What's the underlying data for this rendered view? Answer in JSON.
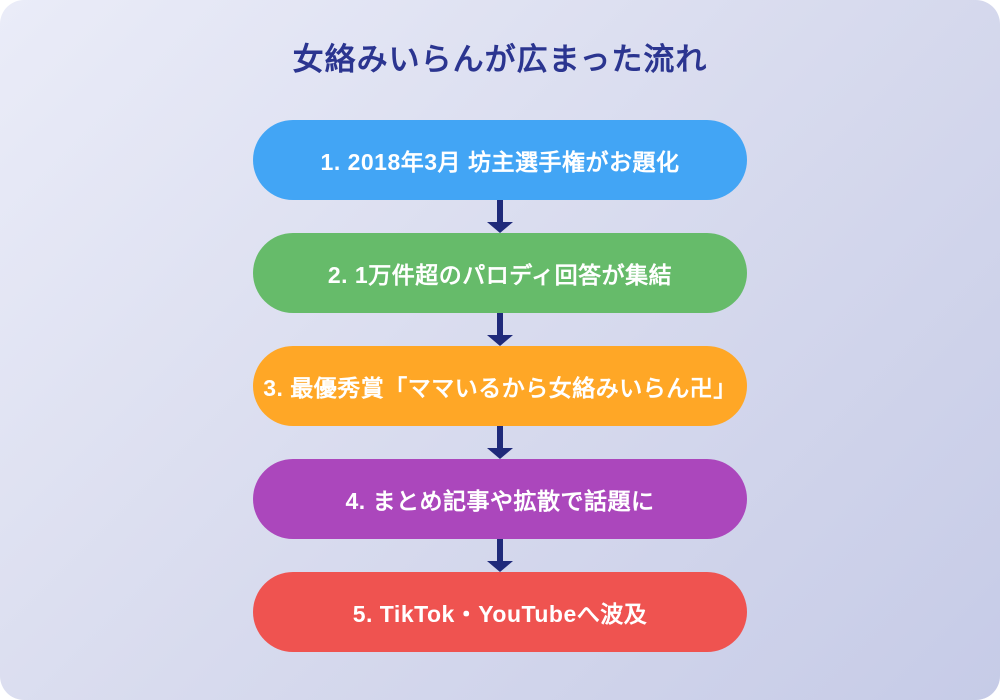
{
  "card": {
    "title": "女絡みいらんが広まった流れ",
    "title_color": "#2B3590",
    "background_gradient": [
      "#EAECF8",
      "#D8DBEE",
      "#C6CBE7"
    ]
  },
  "flow": {
    "arrow_color": "#1F2A7A",
    "text_color": "#FFFFFF",
    "steps": [
      {
        "label": "1. 2018年3月 坊主選手権がお題化",
        "color": "#42A5F5"
      },
      {
        "label": "2. 1万件超のパロディ回答が集結",
        "color": "#66BB6A"
      },
      {
        "label": "3. 最優秀賞「ママいるから女絡みいらん卍」",
        "color": "#FFA726"
      },
      {
        "label": "4. まとめ記事や拡散で話題に",
        "color": "#AB47BC"
      },
      {
        "label": "5. TikTok・YouTubeへ波及",
        "color": "#EF5350"
      }
    ]
  }
}
